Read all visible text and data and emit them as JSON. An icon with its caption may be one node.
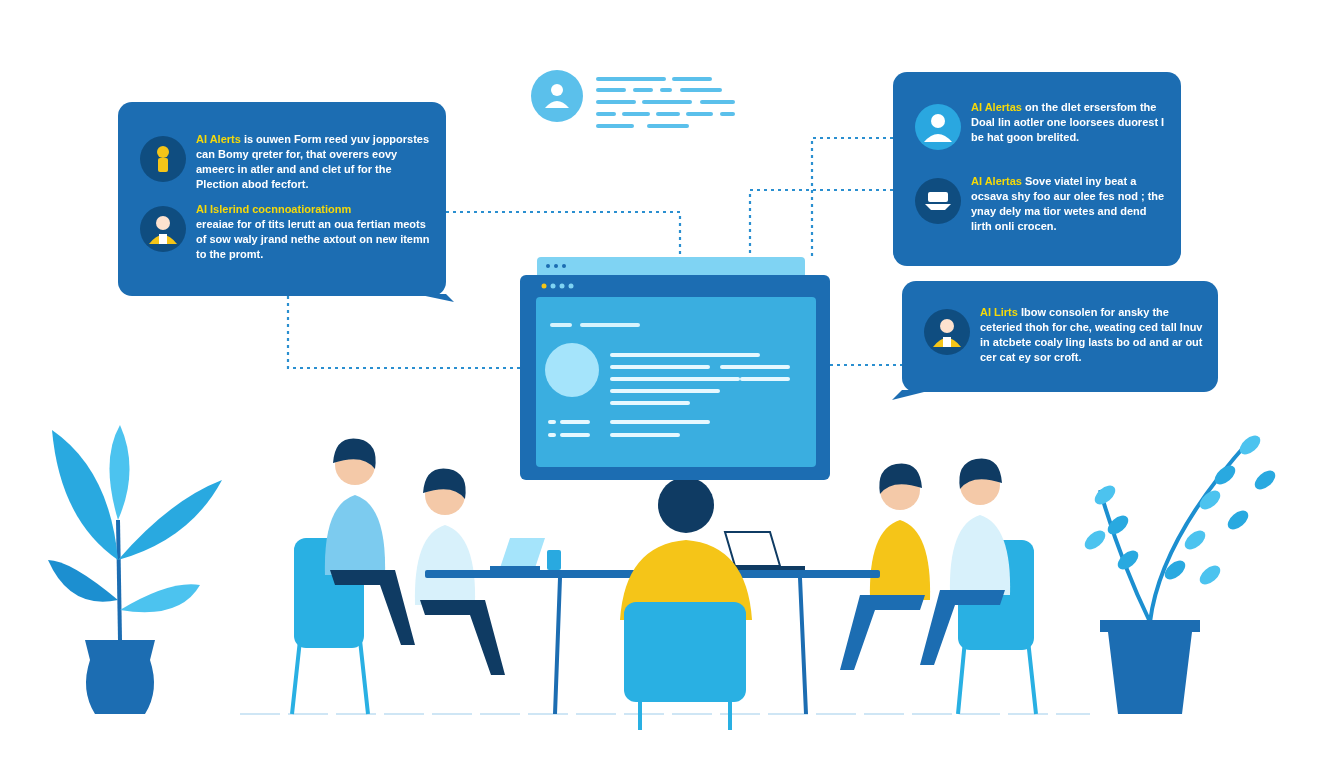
{
  "diagram": {
    "nodes": [
      {
        "text": [
          "AI Alerts",
          "is ouwen Form reed yuv jopporstes can Bomy qreter for, that overers eovy ameerc in atler and and clet uf for the Plection abod fecfort.",
          "AI Islerind cocnnoatiorationm",
          "ereaiae for of tits lerutt an oua fertian meots of sow waly jrand nethe axtout on new itemn to the promt."
        ]
      },
      {
        "text": [
          "AI Alertas",
          "on the dlet ersersfom the Doal lin aotler one loorsees duorest I be hat goon brelited.",
          "AI Alertas",
          "Sove viatel iny beat a ocsava shy foo aur olee fes nod ; the ynay dely ma tior wetes and dend lirth onli crocen."
        ]
      },
      {
        "text": [
          "AI Lirts",
          "Ibow consolen for ansky the ceteried thoh for che, weating ced tall Inuv in atcbete coaly ling lasts bo od and ar out cer cat ey sor croft."
        ]
      },
      {
        "text": [],
        "shape": "picture"
      }
    ],
    "edges": [
      {
        "from": 0,
        "to": 3,
        "arrow": "none",
        "style": "dashed"
      },
      {
        "from": 0,
        "to": 3,
        "arrow": "none",
        "style": "dashed"
      },
      {
        "from": 1,
        "to": 3,
        "arrow": "none",
        "style": "dashed"
      },
      {
        "from": 1,
        "to": 3,
        "arrow": "none",
        "style": "dashed"
      },
      {
        "from": 3,
        "to": 2,
        "arrow": "none",
        "style": "dashed"
      }
    ]
  }
}
